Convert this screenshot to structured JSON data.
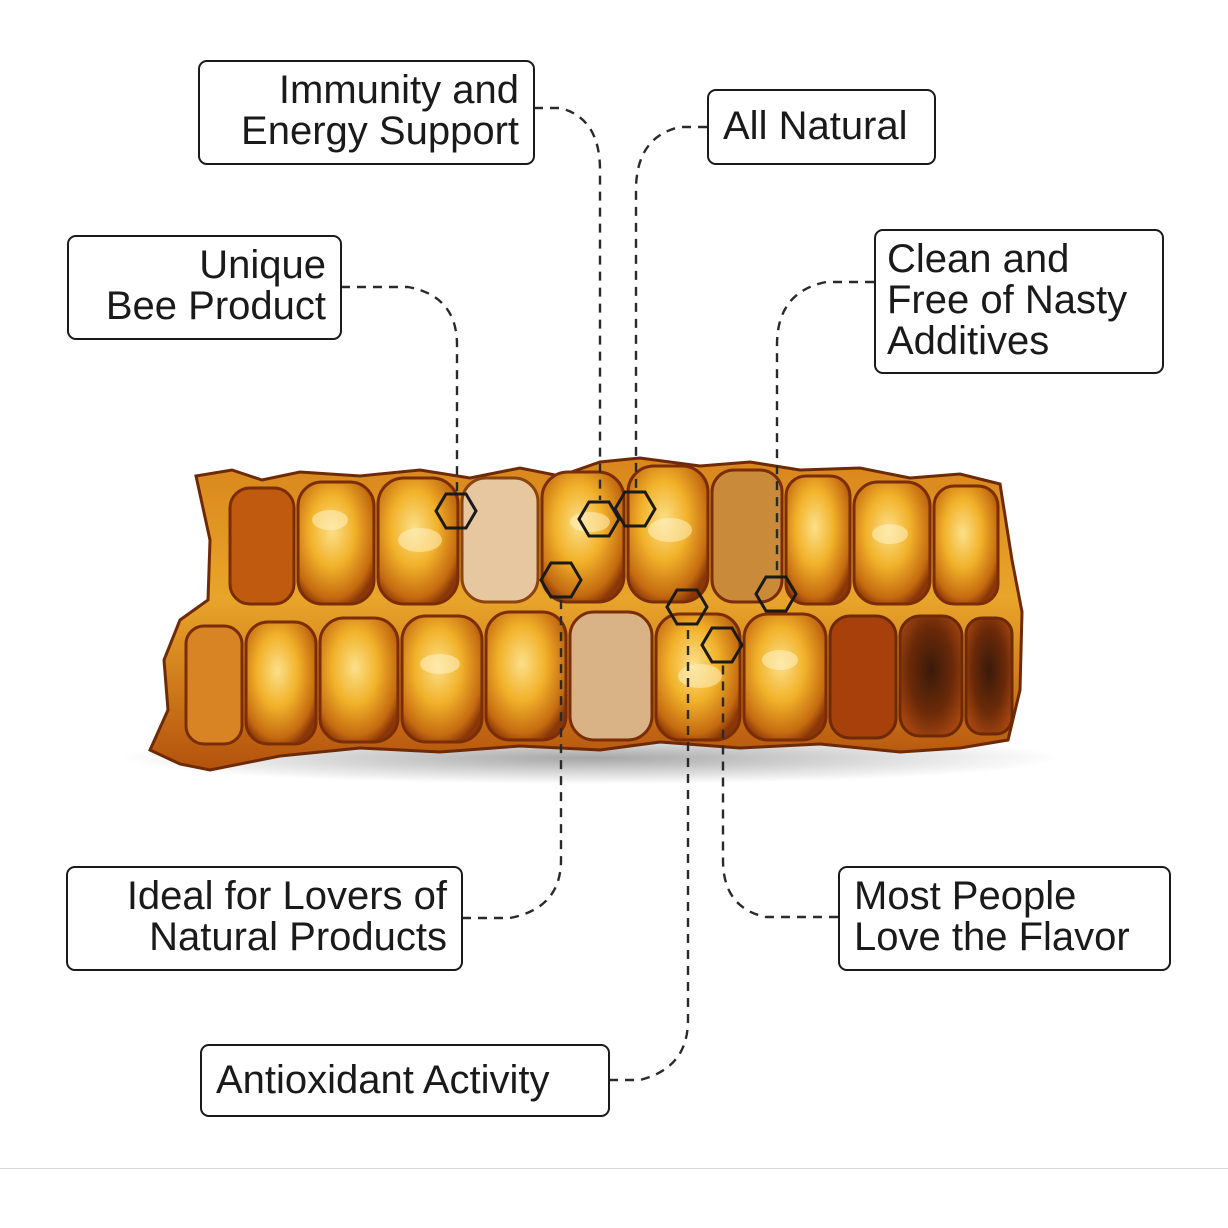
{
  "image": {
    "subject": "bee-propolis-honeycomb",
    "colors": {
      "propolis_dark": "#7a2d06",
      "propolis_mid": "#c46a10",
      "propolis_light": "#f2b22a",
      "propolis_highlight": "#fbe08a",
      "line": "#2a2a2a",
      "box_border": "#1a1a1a",
      "background": "#ffffff"
    }
  },
  "callouts": {
    "immunity": {
      "line1": "Immunity and",
      "line2": "Energy Support",
      "marker_icon": "hexagon-marker-icon"
    },
    "all_natural": {
      "line1": "All Natural",
      "marker_icon": "hexagon-marker-icon"
    },
    "unique": {
      "line1": "Unique",
      "line2": "Bee Product",
      "marker_icon": "hexagon-marker-icon"
    },
    "clean": {
      "line1": "Clean and",
      "line2": "Free of Nasty",
      "line3": "Additives",
      "marker_icon": "hexagon-marker-icon"
    },
    "ideal": {
      "line1": "Ideal for Lovers of",
      "line2": "Natural Products",
      "marker_icon": "hexagon-marker-icon"
    },
    "flavor": {
      "line1": "Most People",
      "line2": "Love the Flavor",
      "marker_icon": "hexagon-marker-icon"
    },
    "antioxidant": {
      "line1": "Antioxidant Activity",
      "marker_icon": "hexagon-marker-icon"
    }
  }
}
